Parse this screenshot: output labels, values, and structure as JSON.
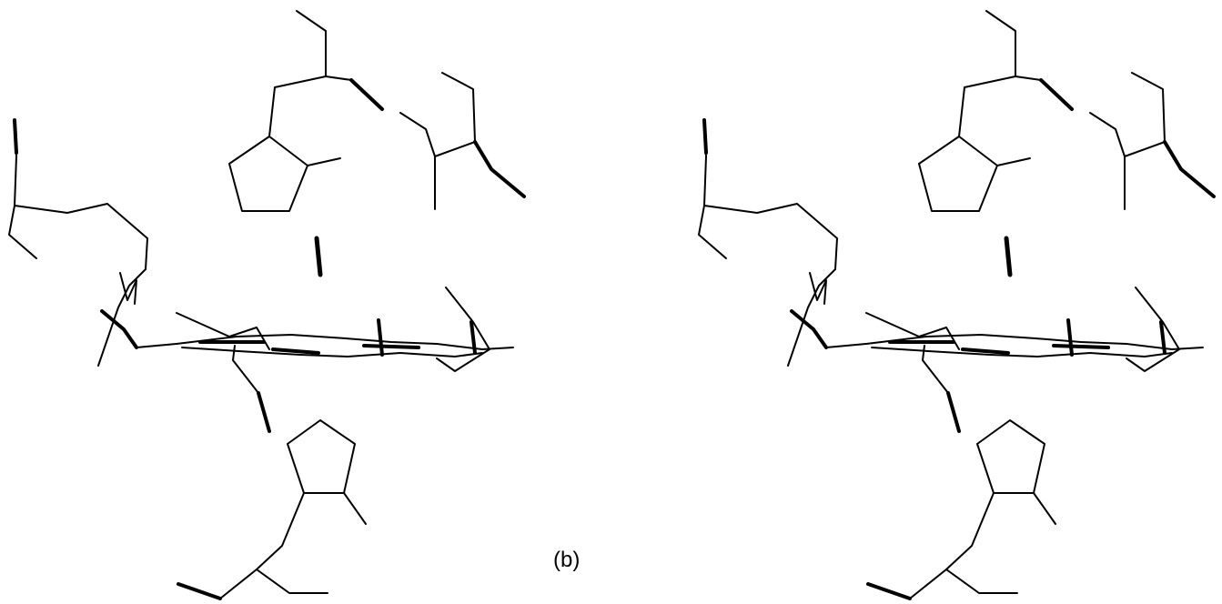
{
  "figure": {
    "panel_label": "(b)",
    "line_color": "#000000",
    "background_color": "#ffffff",
    "views": [
      "left",
      "right"
    ]
  }
}
